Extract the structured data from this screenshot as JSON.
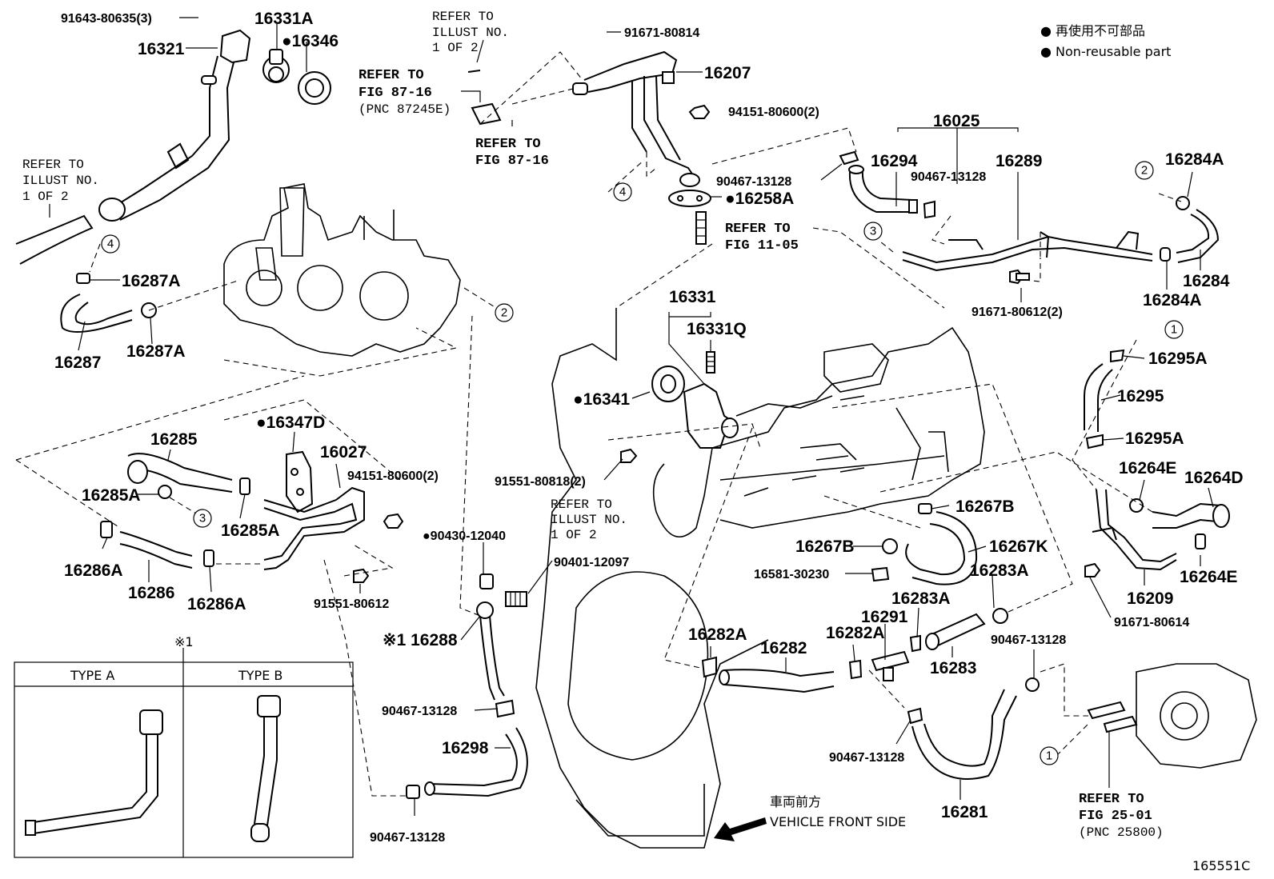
{
  "legend": {
    "jp": "● 再使用不可部品",
    "en": "● Non-reusable part"
  },
  "figure_id": "165551C",
  "front": {
    "jp": "車両前方",
    "en": "VEHICLE FRONT SIDE"
  },
  "inset": {
    "marker": "※1",
    "type_a": "TYPE A",
    "type_b": "TYPE B"
  },
  "circle_refs": [
    "1",
    "2",
    "3",
    "4"
  ],
  "parts": {
    "p91643": "91643-80635(3)",
    "p16331A": "16331A",
    "p16346": "●16346",
    "p16321": "16321",
    "p91671_814": "91671-80814",
    "p16207": "16207",
    "p94151_a": "94151-80600(2)",
    "p16025": "16025",
    "p16294": "16294",
    "p90467_a": "90467-13128",
    "p16289": "16289",
    "p90467_b": "90467-13128",
    "p16258A": "●16258A",
    "p16284A_a": "16284A",
    "p16284": "16284",
    "p16284A_b": "16284A",
    "p91671_612": "91671-80612(2)",
    "p16287A_a": "16287A",
    "p16287": "16287",
    "p16287A_b": "16287A",
    "p16331": "16331",
    "p16331Q": "16331Q",
    "p16341": "●16341",
    "p16295A_a": "16295A",
    "p16295": "16295",
    "p16295A_b": "16295A",
    "p16347D": "●16347D",
    "p16285": "16285",
    "p16027": "16027",
    "p94151_b": "94151-80600(2)",
    "p91551_818": "91551-80818(2)",
    "p16264E_a": "16264E",
    "p16264D": "16264D",
    "p16285A_a": "16285A",
    "p16285A_b": "16285A",
    "p16267B_a": "16267B",
    "p16267B_b": "16267B",
    "p16267K": "16267K",
    "p16286A_a": "16286A",
    "p16286": "16286",
    "p16286A_b": "16286A",
    "p91551_612": "91551-80612",
    "p90430": "●90430-12040",
    "p90401": "90401-12097",
    "p16581": "16581-30230",
    "p16283A_a": "16283A",
    "p16283A_b": "16283A",
    "p16264E_b": "16264E",
    "p16209": "16209",
    "p91671_614": "91671-80614",
    "p16288": "※1 16288",
    "p16282A_a": "16282A",
    "p16282": "16282",
    "p16282A_b": "16282A",
    "p16291": "16291",
    "p16283": "16283",
    "p90467_c": "90467-13128",
    "p90467_d": "90467-13128",
    "p16298": "16298",
    "p90467_e": "90467-13128",
    "p16281": "16281",
    "p90467_f": "90467-13128"
  },
  "refs": {
    "r1": [
      "REFER TO",
      "ILLUST NO.",
      "1 OF 2"
    ],
    "r2": [
      "REFER TO",
      "FIG 87-16",
      "(PNC 87245E)"
    ],
    "r3": [
      "REFER TO",
      "FIG 87-16"
    ],
    "r4": [
      "REFER TO",
      "ILLUST NO.",
      "1 OF 2"
    ],
    "r5": [
      "REFER TO",
      "FIG 11-05"
    ],
    "r6": [
      "REFER TO",
      "ILLUST NO.",
      "1 OF 2"
    ],
    "r7": [
      "REFER TO",
      "FIG 25-01",
      "(PNC 25800)"
    ]
  }
}
